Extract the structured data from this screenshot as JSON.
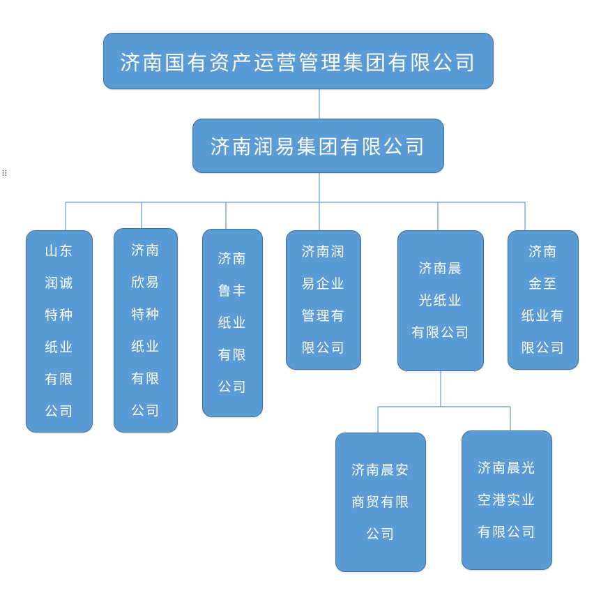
{
  "colors": {
    "node_fill": "#5b9bd5",
    "node_border": "#41719c",
    "connector": "#5b9bd5",
    "text": "#ffffff"
  },
  "handle_icon": "drag-handle-icon",
  "org_chart": {
    "root": "济南国有资产运营管理集团有限公司",
    "level2": "济南润易集团有限公司",
    "subsidiaries": [
      "山东\n润诚\n特种\n纸业\n有限\n公司",
      "济南\n欣易\n特种\n纸业\n有限\n公司",
      "济南\n鲁丰\n纸业\n有限\n公司",
      "济南润\n易企业\n管理有\n限公司",
      "济南晨\n光纸业\n有限公司",
      "济南\n金至\n纸业有\n限公司"
    ],
    "sub_subsidiaries": [
      "济南晨安\n商贸有限\n公司",
      "济南晨光\n空港实业\n有限公司"
    ]
  }
}
